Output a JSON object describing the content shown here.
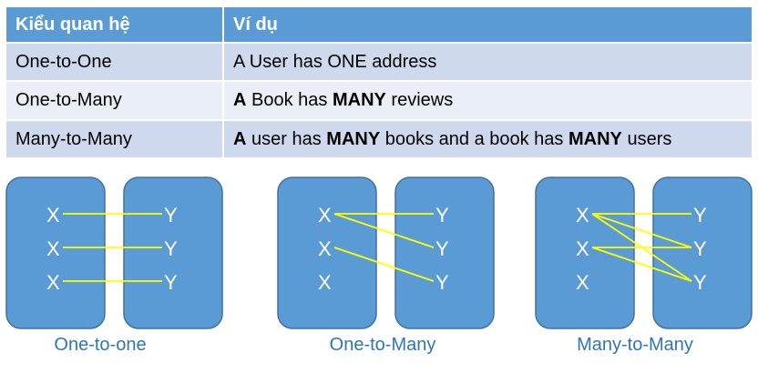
{
  "table": {
    "headers": [
      "Kiểu quan hệ",
      "Ví dụ"
    ],
    "rows": [
      {
        "type": "One-to-One",
        "example": [
          {
            "t": "A User has ONE address",
            "b": false
          }
        ]
      },
      {
        "type": "One-to-Many",
        "example": [
          {
            "t": "A",
            "b": true
          },
          {
            "t": " Book has ",
            "b": false
          },
          {
            "t": "MANY",
            "b": true
          },
          {
            "t": " reviews",
            "b": false
          }
        ]
      },
      {
        "type": "Many-to-Many",
        "example": [
          {
            "t": "A",
            "b": true
          },
          {
            "t": " user has ",
            "b": false
          },
          {
            "t": "MANY",
            "b": true
          },
          {
            "t": " books and a book has ",
            "b": false
          },
          {
            "t": "MANY",
            "b": true
          },
          {
            "t": " users",
            "b": false
          }
        ]
      }
    ]
  },
  "colors": {
    "header_bg": "#5b9bd5",
    "row_dark": "#cfd9ee",
    "row_light": "#e9eef7",
    "box_fill": "#5b9bd5",
    "box_stroke": "#41719c",
    "link": "#ffff00",
    "caption": "#2e75b6"
  },
  "diagrams": [
    {
      "caption": "One-to-one",
      "left_nodes": [
        "X",
        "X",
        "X"
      ],
      "right_nodes": [
        "Y",
        "Y",
        "Y"
      ],
      "links": [
        [
          0,
          0
        ],
        [
          1,
          1
        ],
        [
          2,
          2
        ]
      ]
    },
    {
      "caption": "One-to-Many",
      "left_nodes": [
        "X",
        "X",
        "X"
      ],
      "right_nodes": [
        "Y",
        "Y",
        "Y"
      ],
      "links": [
        [
          0,
          0
        ],
        [
          0,
          1
        ],
        [
          1,
          2
        ]
      ]
    },
    {
      "caption": "Many-to-Many",
      "left_nodes": [
        "X",
        "X",
        "X"
      ],
      "right_nodes": [
        "Y",
        "Y",
        "Y"
      ],
      "links": [
        [
          0,
          0
        ],
        [
          0,
          1
        ],
        [
          0,
          2
        ],
        [
          1,
          1
        ],
        [
          1,
          2
        ]
      ]
    }
  ]
}
